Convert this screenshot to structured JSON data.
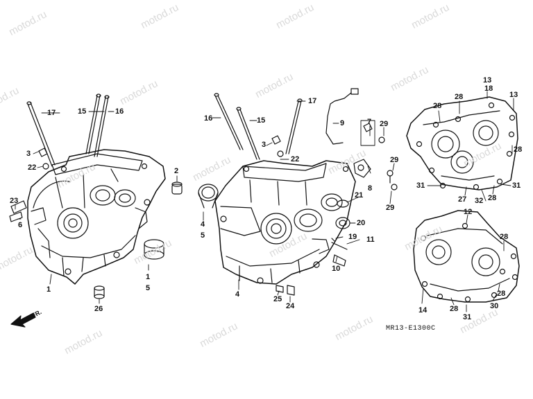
{
  "watermark": "motod.ru",
  "diagram_code": "MR13-E1300C",
  "front_marker": "FR.",
  "callouts": [
    {
      "id": "c17a",
      "label": "17"
    },
    {
      "id": "c15a",
      "label": "15"
    },
    {
      "id": "c16a",
      "label": "16"
    },
    {
      "id": "c3a",
      "label": "3"
    },
    {
      "id": "c22a",
      "label": "22"
    },
    {
      "id": "c2",
      "label": "2"
    },
    {
      "id": "c23",
      "label": "23"
    },
    {
      "id": "c6",
      "label": "6"
    },
    {
      "id": "c1a",
      "label": "1"
    },
    {
      "id": "c1b",
      "label": "1"
    },
    {
      "id": "c5a",
      "label": "5"
    },
    {
      "id": "c26",
      "label": "26"
    },
    {
      "id": "c16b",
      "label": "16"
    },
    {
      "id": "c15b",
      "label": "15"
    },
    {
      "id": "c17b",
      "label": "17"
    },
    {
      "id": "c9",
      "label": "9"
    },
    {
      "id": "c3b",
      "label": "3"
    },
    {
      "id": "c22b",
      "label": "22"
    },
    {
      "id": "c4a",
      "label": "4"
    },
    {
      "id": "c5b",
      "label": "5"
    },
    {
      "id": "c4b",
      "label": "4"
    },
    {
      "id": "c25",
      "label": "25"
    },
    {
      "id": "c24",
      "label": "24"
    },
    {
      "id": "c7",
      "label": "7"
    },
    {
      "id": "c29a",
      "label": "29"
    },
    {
      "id": "c29b",
      "label": "29"
    },
    {
      "id": "c29c",
      "label": "29"
    },
    {
      "id": "c8",
      "label": "8"
    },
    {
      "id": "c21",
      "label": "21"
    },
    {
      "id": "c20",
      "label": "20"
    },
    {
      "id": "c19",
      "label": "19"
    },
    {
      "id": "c11",
      "label": "11"
    },
    {
      "id": "c10",
      "label": "10"
    },
    {
      "id": "c13a",
      "label": "13"
    },
    {
      "id": "c18",
      "label": "18"
    },
    {
      "id": "c13b",
      "label": "13"
    },
    {
      "id": "c28a",
      "label": "28"
    },
    {
      "id": "c28b",
      "label": "28"
    },
    {
      "id": "c28c",
      "label": "28"
    },
    {
      "id": "c31a",
      "label": "31"
    },
    {
      "id": "c31b",
      "label": "31"
    },
    {
      "id": "c27",
      "label": "27"
    },
    {
      "id": "c32",
      "label": "32"
    },
    {
      "id": "c28d",
      "label": "28"
    },
    {
      "id": "c12",
      "label": "12"
    },
    {
      "id": "c28e",
      "label": "28"
    },
    {
      "id": "c28f",
      "label": "28"
    },
    {
      "id": "c14",
      "label": "14"
    },
    {
      "id": "c28g",
      "label": "28"
    },
    {
      "id": "c31c",
      "label": "31"
    },
    {
      "id": "c30",
      "label": "30"
    }
  ]
}
